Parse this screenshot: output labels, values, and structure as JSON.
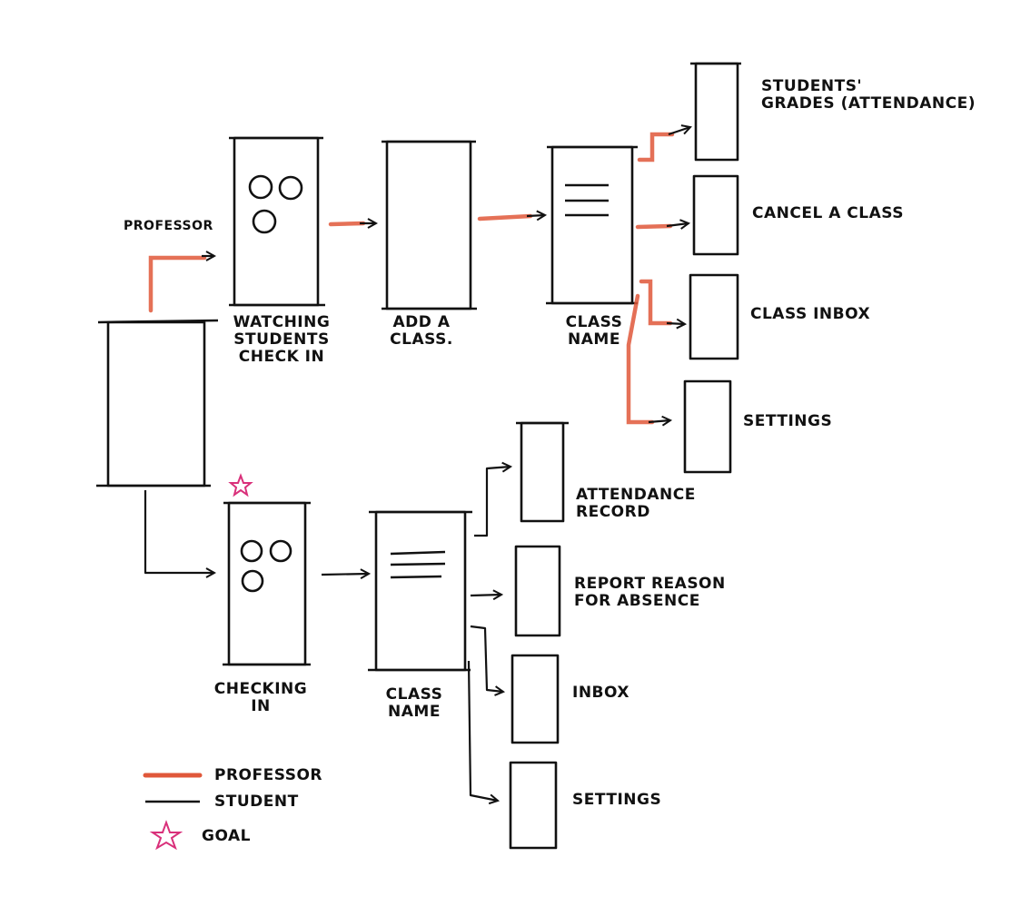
{
  "colors": {
    "ink": "#111111",
    "professor": "#e0583a",
    "goal": "#d9307a"
  },
  "roles": {
    "professor_label": "PROFESSOR"
  },
  "screens": {
    "watching": "WATCHING\nSTUDENTS\nCHECK IN",
    "add_class": "ADD A\nCLASS.",
    "prof_class_name": "CLASS\nNAME",
    "grades": "STUDENTS'\nGRADES (ATTENDANCE)",
    "cancel": "CANCEL A CLASS",
    "class_inbox": "CLASS INBOX",
    "prof_settings": "SETTINGS",
    "checking_in": "CHECKING\nIN",
    "stud_class_name": "CLASS\nNAME",
    "attendance": "ATTENDANCE\nRECORD",
    "report": "REPORT REASON\nFOR ABSENCE",
    "inbox": "INBOX",
    "stud_settings": "SETTINGS"
  },
  "legend": {
    "professor": "PROFESSOR",
    "student": "STUDENT",
    "goal": "GOAL"
  }
}
